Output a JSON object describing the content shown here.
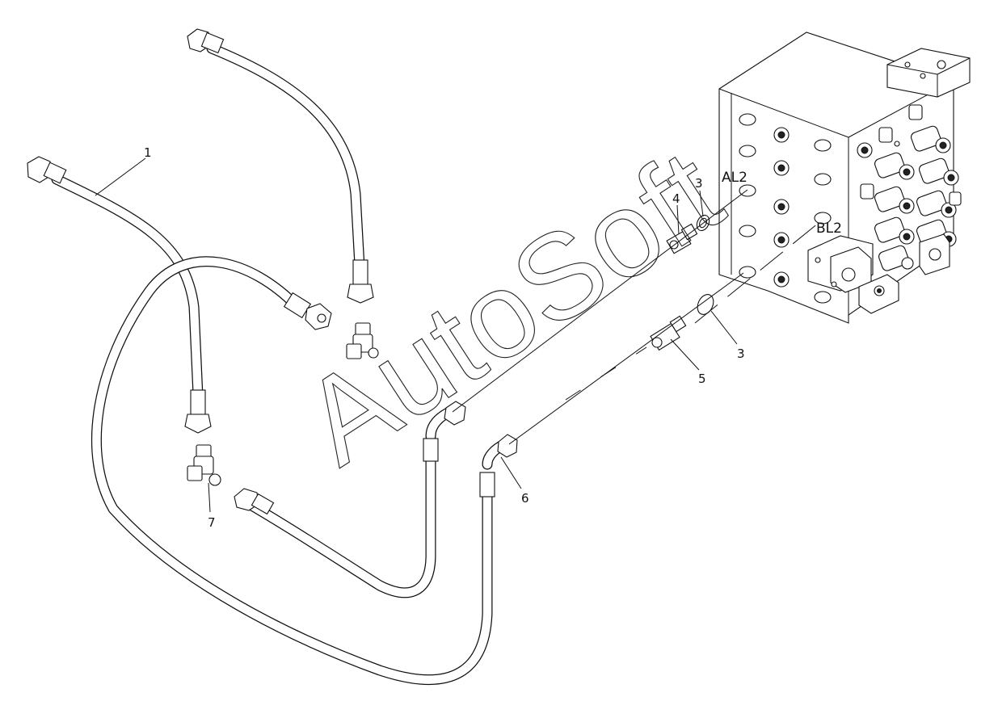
{
  "diagram": {
    "callouts": [
      {
        "id": "callout-1",
        "text": "1"
      },
      {
        "id": "callout-3a",
        "text": "3"
      },
      {
        "id": "callout-3b",
        "text": "3"
      },
      {
        "id": "callout-4",
        "text": "4"
      },
      {
        "id": "callout-5",
        "text": "5"
      },
      {
        "id": "callout-6",
        "text": "6"
      },
      {
        "id": "callout-7",
        "text": "7"
      }
    ],
    "ports": [
      {
        "id": "port-al2",
        "text": "AL2"
      },
      {
        "id": "port-bl2",
        "text": "BL2"
      }
    ],
    "watermark": "AutoSoft"
  }
}
